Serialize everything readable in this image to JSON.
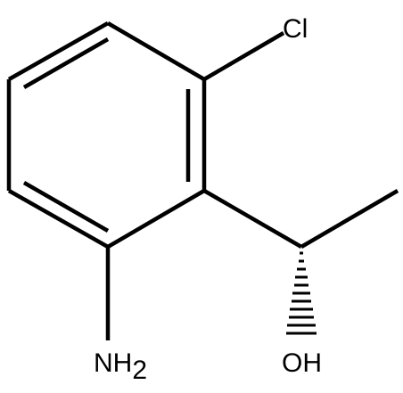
{
  "labels": {
    "cl": "Cl",
    "nh_main": "NH",
    "nh_sub": "2",
    "oh": "OH"
  }
}
